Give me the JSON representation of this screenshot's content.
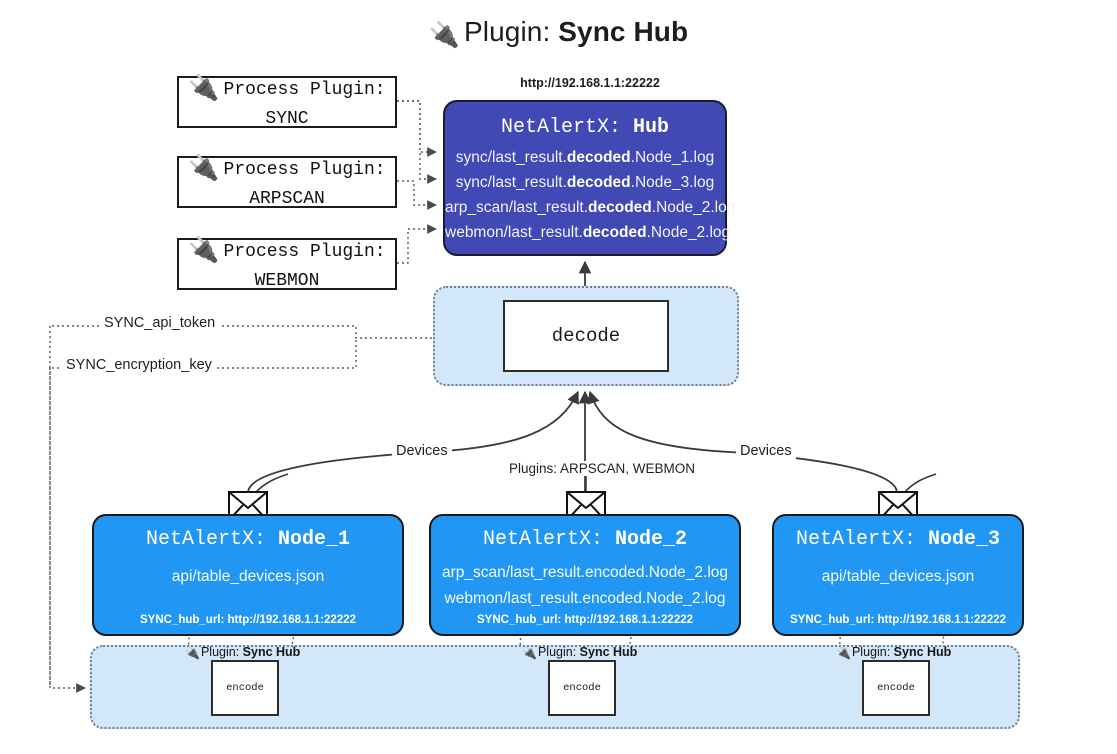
{
  "title": {
    "icon": "plug-icon",
    "prefix": "Plugin:",
    "name": "Sync Hub"
  },
  "process_plugins": [
    {
      "icon": "plug-icon",
      "label": "Process Plugin:",
      "name": "SYNC"
    },
    {
      "icon": "plug-icon",
      "label": "Process Plugin:",
      "name": "ARPSCAN"
    },
    {
      "icon": "plug-icon",
      "label": "Process Plugin:",
      "name": "WEBMON"
    }
  ],
  "hub": {
    "url": "http://192.168.1.1:22222",
    "title_prefix": "NetAlertX:",
    "title_name": "Hub",
    "lines": [
      {
        "pre": "sync/last_result.",
        "mid": "decoded",
        "post": ".Node_1.log"
      },
      {
        "pre": "sync/last_result.",
        "mid": "decoded",
        "post": ".Node_3.log"
      },
      {
        "pre": "arp_scan/last_result.",
        "mid": "decoded",
        "post": ".Node_2.log"
      },
      {
        "pre": "webmon/last_result.",
        "mid": "decoded",
        "post": ".Node_2.log"
      }
    ]
  },
  "decode": {
    "label": "decode"
  },
  "config_labels": [
    {
      "text": "SYNC_api_token"
    },
    {
      "text": "SYNC_encryption_key"
    }
  ],
  "connector_labels": [
    {
      "text": "Devices"
    },
    {
      "text": "Plugins: ARPSCAN, WEBMON"
    },
    {
      "text": "Devices"
    }
  ],
  "nodes": [
    {
      "title_prefix": "NetAlertX:",
      "title_name": "Node_1",
      "lines": [
        "api/table_devices.json"
      ],
      "footer": "SYNC_hub_url: http://192.168.1.1:22222",
      "icon": "envelope-icon"
    },
    {
      "title_prefix": "NetAlertX:",
      "title_name": "Node_2",
      "lines": [
        "arp_scan/last_result.encoded.Node_2.log",
        "webmon/last_result.encoded.Node_2.log"
      ],
      "footer": "SYNC_hub_url: http://192.168.1.1:22222",
      "icon": "envelope-icon"
    },
    {
      "title_prefix": "NetAlertX:",
      "title_name": "Node_3",
      "lines": [
        "api/table_devices.json"
      ],
      "footer": "SYNC_hub_url: http://192.168.1.1:22222",
      "icon": "envelope-icon"
    }
  ],
  "encoders": [
    {
      "caption_prefix": "Plugin:",
      "caption_name": "Sync Hub",
      "label": "encode",
      "icon": "plug-icon"
    },
    {
      "caption_prefix": "Plugin:",
      "caption_name": "Sync Hub",
      "label": "encode",
      "icon": "plug-icon"
    },
    {
      "caption_prefix": "Plugin:",
      "caption_name": "Sync Hub",
      "label": "encode",
      "icon": "plug-icon"
    }
  ],
  "colors": {
    "hub_fill": "#4049b4",
    "node_fill": "#2196f3",
    "group_fill": "#d2e7fa",
    "stroke": "#2b2b2b",
    "background": "#ffffff"
  }
}
